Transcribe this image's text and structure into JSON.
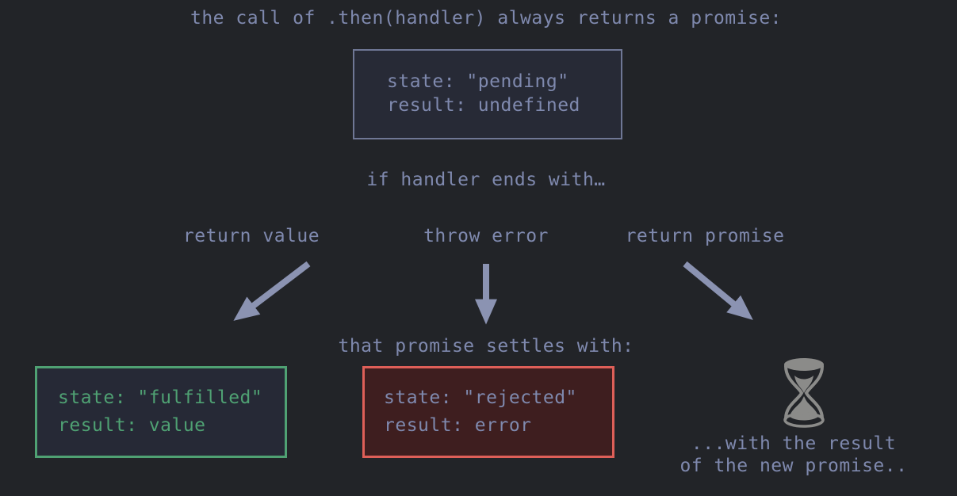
{
  "title": "the call of .then(handler) always returns a promise:",
  "subtitle": "if handler ends with…",
  "settles_label": "that promise settles with:",
  "pending_box": {
    "state_line": "state: \"pending\"",
    "result_line": "result: undefined"
  },
  "branches": [
    {
      "label": "return value",
      "arrow_direction": "down-left"
    },
    {
      "label": "throw error",
      "arrow_direction": "down"
    },
    {
      "label": "return promise",
      "arrow_direction": "down-right"
    }
  ],
  "fulfilled_box": {
    "state_line": "state: \"fulfilled\"",
    "result_line": "result: value"
  },
  "rejected_box": {
    "state_line": "state: \"rejected\"",
    "result_line": "result: error"
  },
  "hourglass_caption": {
    "line1": "...with the result",
    "line2": "of the new promise.."
  },
  "icons": {
    "hourglass": "hourglass-icon"
  },
  "colors": {
    "background": "#222428",
    "text": "#7f89ae",
    "arrow": "#8b93b2",
    "pending_border": "#6f7795",
    "pending_background": "#272a36",
    "fulfilled": "#4fa173",
    "fulfilled_background": "#262936",
    "rejected_border": "#de5f58",
    "rejected_background": "#3e1e1f",
    "hourglass_gray": "#8b8b89"
  }
}
